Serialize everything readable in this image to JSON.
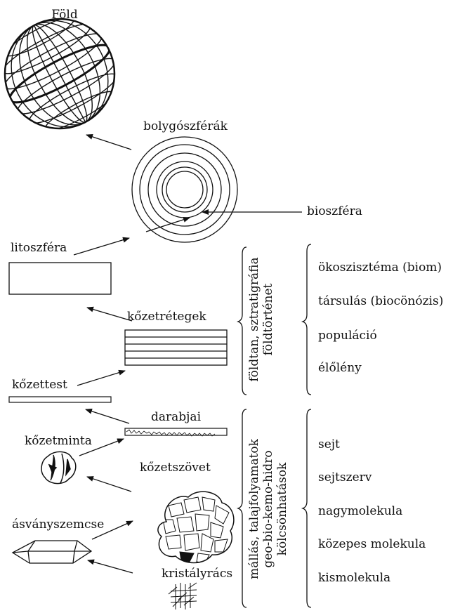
{
  "labels": {
    "fold": "Föld",
    "bolygoszferak": "bolygószférák",
    "bioszfera": "bioszféra",
    "litoszfera": "litoszféra",
    "kozetretegek": "kőzetrétegek",
    "kozettest": "kőzettest",
    "darabjai": "darabjai",
    "kozetminta": "kőzetminta",
    "kozetszovet": "kőzetszövet",
    "asvanyszemcse": "ásványszemcse",
    "kristalyracs": "kristályrács"
  },
  "vertical_labels": {
    "upper": [
      "földtan, sztratigráfia",
      "földtörténet"
    ],
    "lower": [
      "mállás, talajfolyamatok",
      "geo-bio-kemo-hidro",
      "kölcsönhatások"
    ]
  },
  "biology_levels": {
    "upper": [
      "ökoszisztéma (biom)",
      "társulás (biocönózis)",
      "populáció",
      "élőlény"
    ],
    "lower": [
      "sejt",
      "sejtszerv",
      "nagymolekula",
      "közepes molekula",
      "kismolekula"
    ]
  },
  "colors": {
    "ink": "#111111",
    "background": "#ffffff"
  }
}
